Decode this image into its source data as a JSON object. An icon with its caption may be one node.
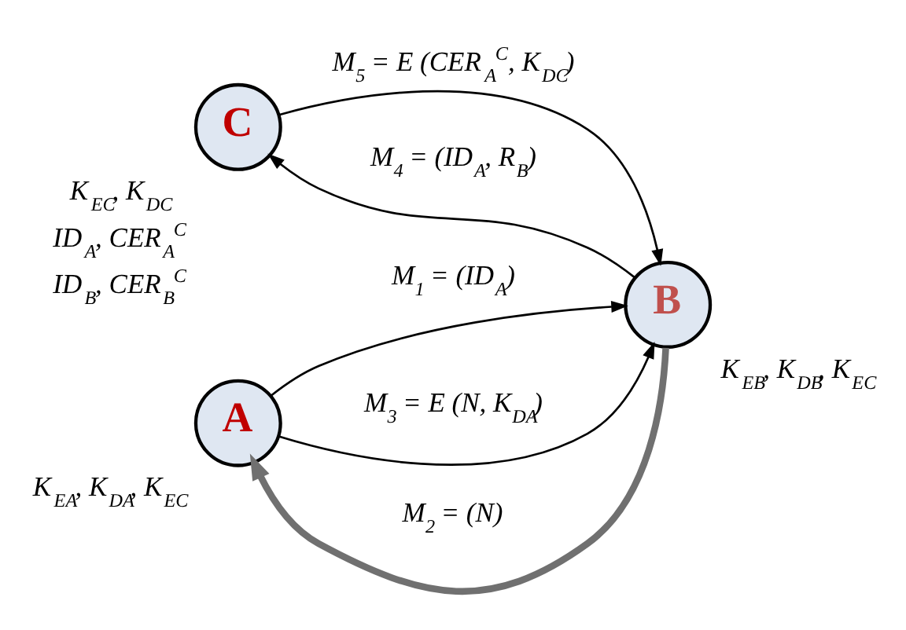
{
  "diagram": {
    "nodes": [
      {
        "text": [
          "C"
        ],
        "beside": [
          "K$_{EC}$, K$_{DC}$",
          "ID$_{A}$, CER$_{A}$$^{C}$",
          "ID$_{B}$, CER$_{B}$$^{C}$"
        ]
      },
      {
        "text": [
          "A"
        ],
        "beside": [
          "K$_{EA}$, K$_{DA}$, K$_{EC}$"
        ]
      },
      {
        "text": [
          "B"
        ],
        "beside": [
          "K$_{EB}$, K$_{DB}$, K$_{EC}$"
        ]
      }
    ],
    "edges": [
      {
        "from": 1,
        "to": 2,
        "arrow": "to",
        "label": "M$_{1}$ = (ID$_{A}$)"
      },
      {
        "from": 2,
        "to": 1,
        "arrow": "to",
        "label": "M$_{2}$ = (N)",
        "style": "thick",
        "color": "#707070"
      },
      {
        "from": 1,
        "to": 2,
        "arrow": "to",
        "label": "M$_{3}$ = E (N, K$_{DA}$)"
      },
      {
        "from": 2,
        "to": 0,
        "arrow": "to",
        "label": "M$_{4}$ = (ID$_{A}$, R$_{B}$)"
      },
      {
        "from": 0,
        "to": 2,
        "arrow": "to",
        "label": "M$_{5}$ = E (CER$_{A}$$^{C}$, K$_{DC}$)"
      }
    ]
  }
}
